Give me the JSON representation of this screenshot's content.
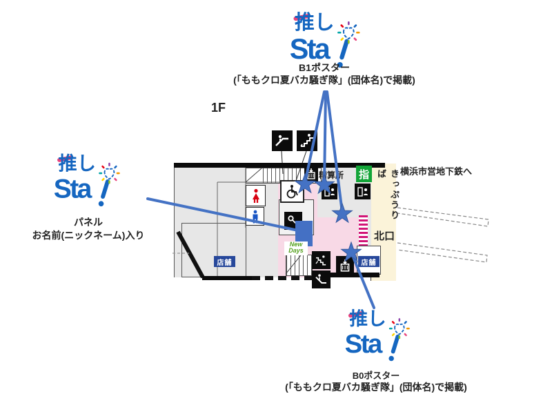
{
  "annotations": {
    "b1": {
      "title": "B1ポスター",
      "subtitle": "(「ももクロ夏バカ騒ぎ隊」(団体名)で掲載)"
    },
    "b0": {
      "title": "B0ポスター",
      "subtitle": "(「ももクロ夏バカ騒ぎ隊」(団体名)で掲載)"
    },
    "panel": {
      "title": "パネル",
      "subtitle": "お名前(ニックネーム)入り"
    }
  },
  "logo": {
    "kanji": "推し",
    "latin": "Sta",
    "colors": {
      "blue": "#1566C0",
      "pink": "#E8427C"
    }
  },
  "map": {
    "floor": "1F",
    "labels": {
      "fare_adjustment": "精算所",
      "reserved": "指",
      "tickets_vertical": "きっぷうりば",
      "north_exit": "北口",
      "to_subway": "横浜市営地下鉄へ",
      "shop": "店舗",
      "newdays_top": "New",
      "newdays_bottom": "Days"
    },
    "colors": {
      "concourse_pink": "#F8D9E6",
      "cream": "#FBF3D9",
      "stripe_magenta": "#D21577",
      "shop_blue": "#27489B",
      "sign_green": "#13A538",
      "marker_blue": "#4472C4"
    },
    "icons": [
      "escalator-icon",
      "stairs-up-icon",
      "ticket-machine-icon",
      "fare-counter-icon",
      "reserved-seat-sign",
      "wheelchair-icon",
      "womens-restroom-icon",
      "mens-restroom-icon",
      "coin-locker-icon",
      "stairs-down-icon",
      "escalator-down-icon"
    ]
  }
}
